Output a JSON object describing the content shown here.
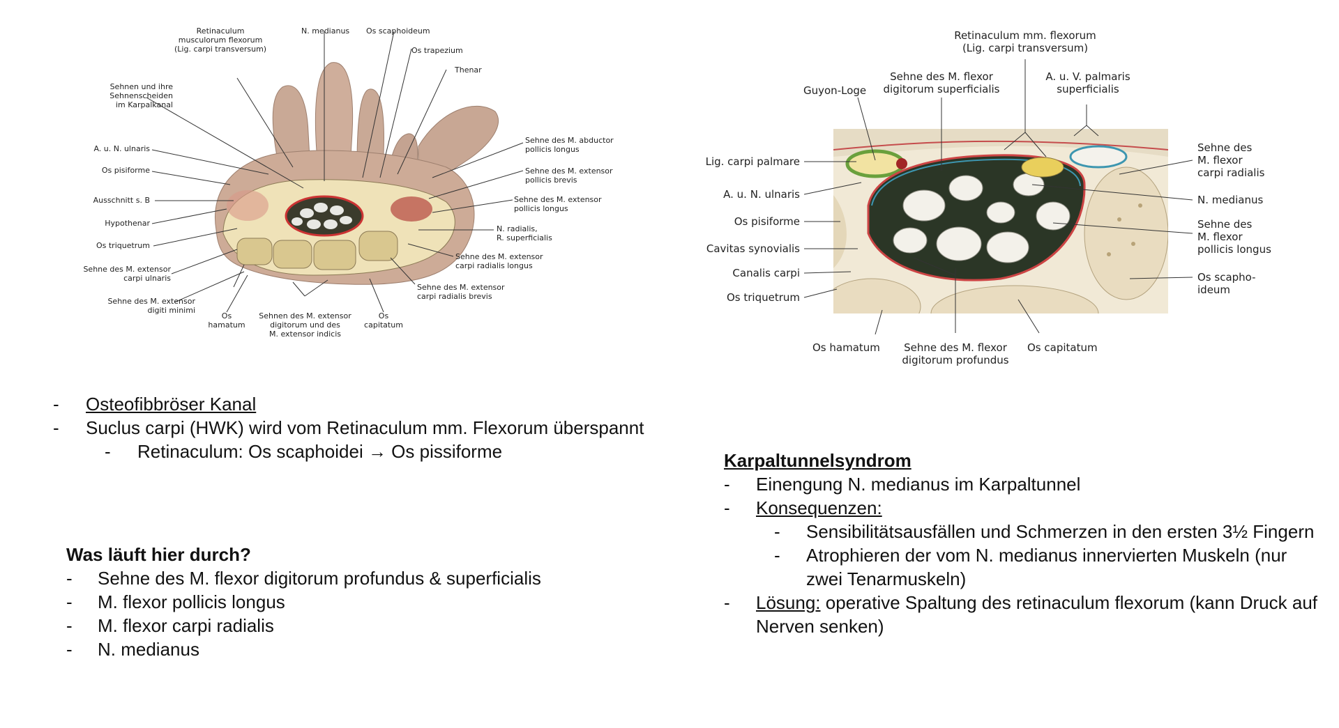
{
  "left_figure": {
    "labels": {
      "retinaculum": "Retinaculum\nmusculorum flexorum\n(Lig. carpi transversum)",
      "n_medianus": "N. medianus",
      "os_scaphoideum": "Os scaphoideum",
      "os_trapezium": "Os trapezium",
      "thenar": "Thenar",
      "sehnen_scheiden": "Sehnen und ihre\nSehnenscheiden\nim Karpalkanal",
      "a_n_ulnaris": "A. u. N. ulnaris",
      "os_pisiforme": "Os pisiforme",
      "ausschnitt": "Ausschnitt s. B",
      "hypothenar": "Hypothenar",
      "os_triquetrum": "Os triquetrum",
      "ext_carpi_ulnaris": "Sehne des M. extensor\ncarpi ulnaris",
      "ext_digiti_minimi": "Sehne des M. extensor\ndigiti minimi",
      "os_hamatum": "Os\nhamatum",
      "ext_digitorum": "Sehnen des M. extensor\ndigitorum und des\nM. extensor indicis",
      "os_capitatum": "Os\ncapitatum",
      "abductor_poll_longus": "Sehne des M. abductor\npollicis longus",
      "ext_poll_brevis": "Sehne des M. extensor\npollicis brevis",
      "ext_poll_longus": "Sehne des M. extensor\npollicis longus",
      "n_radialis": "N. radialis,\nR. superficialis",
      "ext_carpi_rad_longus": "Sehne des M. extensor\ncarpi radialis longus",
      "ext_carpi_rad_brevis": "Sehne des M. extensor\ncarpi radialis brevis"
    }
  },
  "right_figure": {
    "labels": {
      "retinaculum_top": "Retinaculum mm. flexorum\n(Lig. carpi transversum)",
      "guyon": "Guyon-Loge",
      "flexor_superficialis": "Sehne des M. flexor\ndigitorum superficialis",
      "a_v_palmaris": "A. u. V. palmaris\nsuperficialis",
      "lig_carpi_palmare": "Lig. carpi palmare",
      "a_n_ulnaris": "A. u. N. ulnaris",
      "os_pisiforme": "Os pisiforme",
      "cavitas": "Cavitas synovialis",
      "canalis": "Canalis carpi",
      "os_triquetrum": "Os triquetrum",
      "flexor_carpi_radialis": "Sehne des\nM. flexor\ncarpi radialis",
      "n_medianus": "N. medianus",
      "flexor_poll_longus": "Sehne des\nM. flexor\npollicis longus",
      "os_scaphoideum": "Os scapho-\nideum",
      "os_hamatum": "Os hamatum",
      "flexor_profundus": "Sehne des M. flexor\ndigitorum profundus",
      "os_capitatum": "Os capitatum"
    }
  },
  "notes_left": {
    "line1": "Osteofibbröser Kanal",
    "line2": "Suclus carpi (HWK) wird vom Retinaculum mm. Flexorum überspannt",
    "line3": "Retinaculum: Os scaphoidei → Os pissiforme"
  },
  "notes_bottom": {
    "heading": "Was läuft hier durch?",
    "items": [
      "Sehne des M. flexor digitorum profundus & superficialis",
      "M. flexor pollicis longus",
      "M. flexor carpi radialis",
      "N. medianus"
    ]
  },
  "notes_right": {
    "heading": "Karpaltunnelsyndrom",
    "item1": "Einengung N. medianus im Karpaltunnel",
    "item2": "Konsequenzen:",
    "sub1": "Sensibilitätsausfällen und  Schmerzen in den ersten 3½ Fingern",
    "sub2a": "Atrophieren der vom N. medianus innervierten Muskeln (nur",
    "sub2b": "zwei Tenarmuskeln)",
    "item3_label": "Lösung:",
    "item3_text": " operative Spaltung des retinaculum flexorum (kann Druck auf",
    "item3_cont": "Nerven senken)",
    "dash": "-"
  }
}
